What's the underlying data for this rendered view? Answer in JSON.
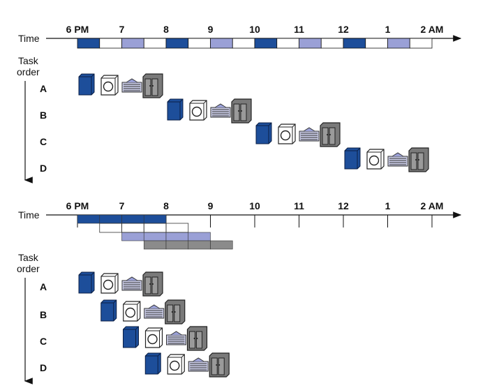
{
  "colors": {
    "wash": "#1d4e9a",
    "dry": "#9aa0d6",
    "fold": "#8b8b8b",
    "store": "#7a7a7a",
    "axis": "#111111"
  },
  "icons": [
    "washer-icon",
    "dryer-icon",
    "folded-clothes-icon",
    "closet-icon"
  ],
  "sequential": {
    "time_label": "Time",
    "task_order_label": [
      "Task",
      "order"
    ],
    "ticks": [
      "6 PM",
      "7",
      "8",
      "9",
      "10",
      "11",
      "12",
      "1",
      "2 AM"
    ],
    "tasks": [
      "A",
      "B",
      "C",
      "D"
    ],
    "timeline_cells": [
      "wash",
      "",
      "dry",
      "",
      "wash",
      "",
      "dry",
      "",
      "wash",
      "",
      "dry",
      "",
      "wash",
      "",
      "dry",
      ""
    ]
  },
  "pipelined": {
    "time_label": "Time",
    "task_order_label": [
      "Task",
      "order"
    ],
    "ticks": [
      "6 PM",
      "7",
      "8",
      "9",
      "10",
      "11",
      "12",
      "1",
      "2 AM"
    ],
    "tasks": [
      "A",
      "B",
      "C",
      "D"
    ]
  }
}
